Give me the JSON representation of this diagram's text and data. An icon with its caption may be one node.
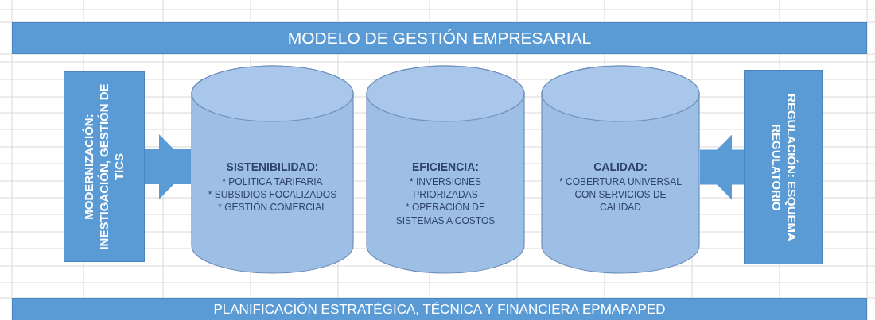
{
  "diagram": {
    "nodes": [
      {
        "text": [
          "MODELO DE GESTIÓN EMPRESARIAL"
        ]
      },
      {
        "text": [
          "MODERNIZACIÓN: INESTIGACIÓN, GESTIÓN DE TICS"
        ]
      },
      {
        "text": [
          "SISTENIBILIDAD:",
          "* POLITICA TARIFARIA",
          "* SUBSIDIOS FOCALIZADOS",
          "* GESTIÓN COMERCIAL"
        ]
      },
      {
        "text": [
          "EFICIENCIA:",
          "* INVERSIONES PRIORIZADAS",
          "* OPERACIÓN DE SISTEMAS A COSTOS"
        ]
      },
      {
        "text": [
          "CALIDAD:",
          "* COBERTURA UNIVERSAL CON SERVICIOS DE CALIDAD"
        ]
      },
      {
        "text": [
          "REGULACIÓN: ESQUEMA REGULATORIO"
        ]
      },
      {
        "text": [
          "PLANIFICACIÓN ESTRATÉGICA, TÉCNICA Y FINANCIERA EPMAPAPED"
        ]
      }
    ],
    "edges": [
      {
        "from": 1,
        "to": 2,
        "arrow": "to"
      },
      {
        "from": 5,
        "to": 4,
        "arrow": "to"
      }
    ]
  }
}
